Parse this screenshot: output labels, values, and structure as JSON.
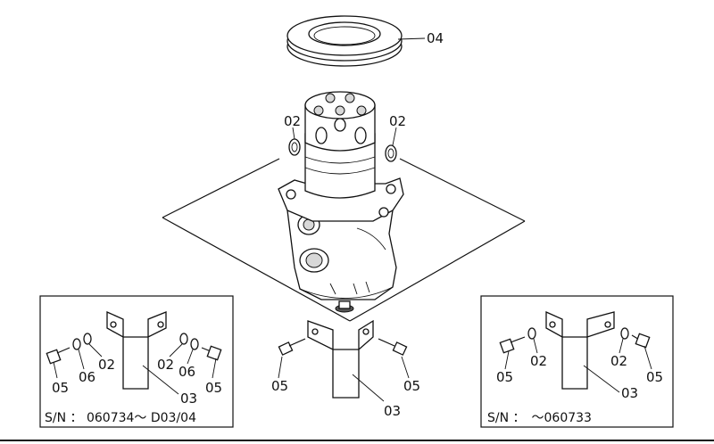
{
  "callouts": {
    "seal_ring": "04",
    "oring_left": "02",
    "oring_right": "02",
    "center": {
      "bolt_left": "05",
      "bolt_right": "05",
      "bracket": "03"
    },
    "left_inset": {
      "washer_a": "02",
      "washer_b": "02",
      "washer_c": "06",
      "washer_d": "06",
      "bolt_left": "05",
      "bolt_right": "05",
      "bracket": "03"
    },
    "right_inset": {
      "washer_a": "02",
      "washer_b": "02",
      "bolt_left": "05",
      "bolt_right": "05",
      "bracket": "03"
    }
  },
  "serial_ranges": {
    "left": "S/N ： 060734～ D03/04",
    "right": "S/N ：　～060733"
  }
}
